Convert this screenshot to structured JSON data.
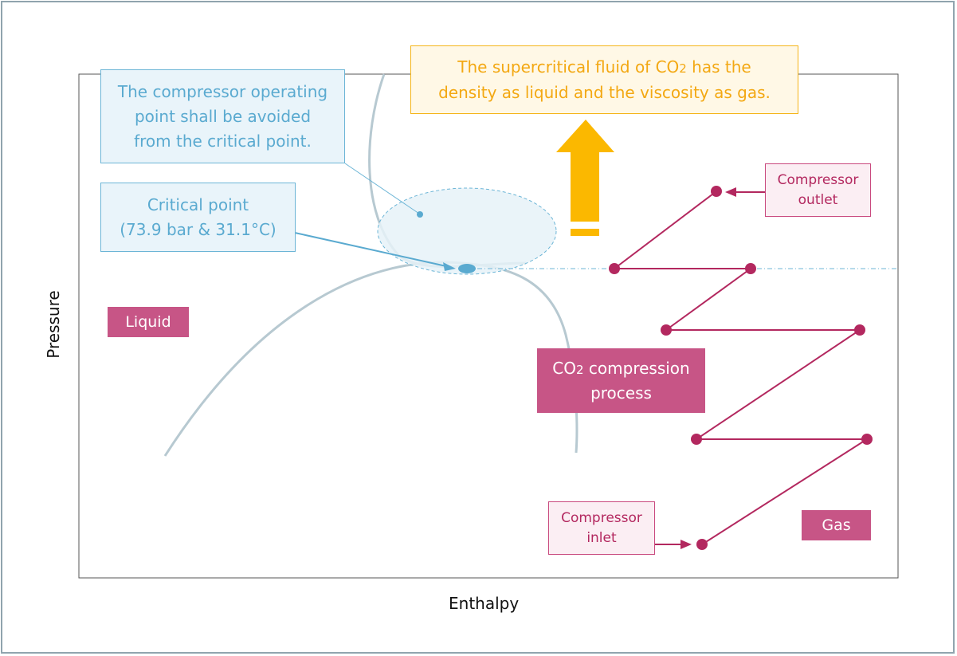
{
  "axes": {
    "xlabel": "Enthalpy",
    "ylabel": "Pressure"
  },
  "callouts": {
    "avoid_text": "The compressor operating point shall be avoided from the critical point.",
    "avoid_lines": [
      "The compressor operating",
      "point shall be avoided",
      "from the critical point."
    ],
    "critical_lines": [
      "Critical point",
      "(73.9 bar & 31.1°C)"
    ],
    "supercritical_line1_pre": "The supercritical fluid of CO",
    "supercritical_line1_sub": "2",
    "supercritical_line1_post": " has the",
    "supercritical_line2": "density as liquid and the viscosity as gas.",
    "process_line1_pre": "CO",
    "process_line1_sub": "2",
    "process_line1_post": " compression",
    "process_line2": "process",
    "outlet_lines": [
      "Compressor",
      "outlet"
    ],
    "inlet_lines": [
      "Compressor",
      "inlet"
    ]
  },
  "regions": {
    "liquid": "Liquid",
    "gas": "Gas"
  },
  "colors": {
    "frame": "#90a4ae",
    "blue": "#5aaad0",
    "yellow": "#f5b519",
    "magenta": "#b3285f",
    "curve": "#b7c9d1"
  }
}
